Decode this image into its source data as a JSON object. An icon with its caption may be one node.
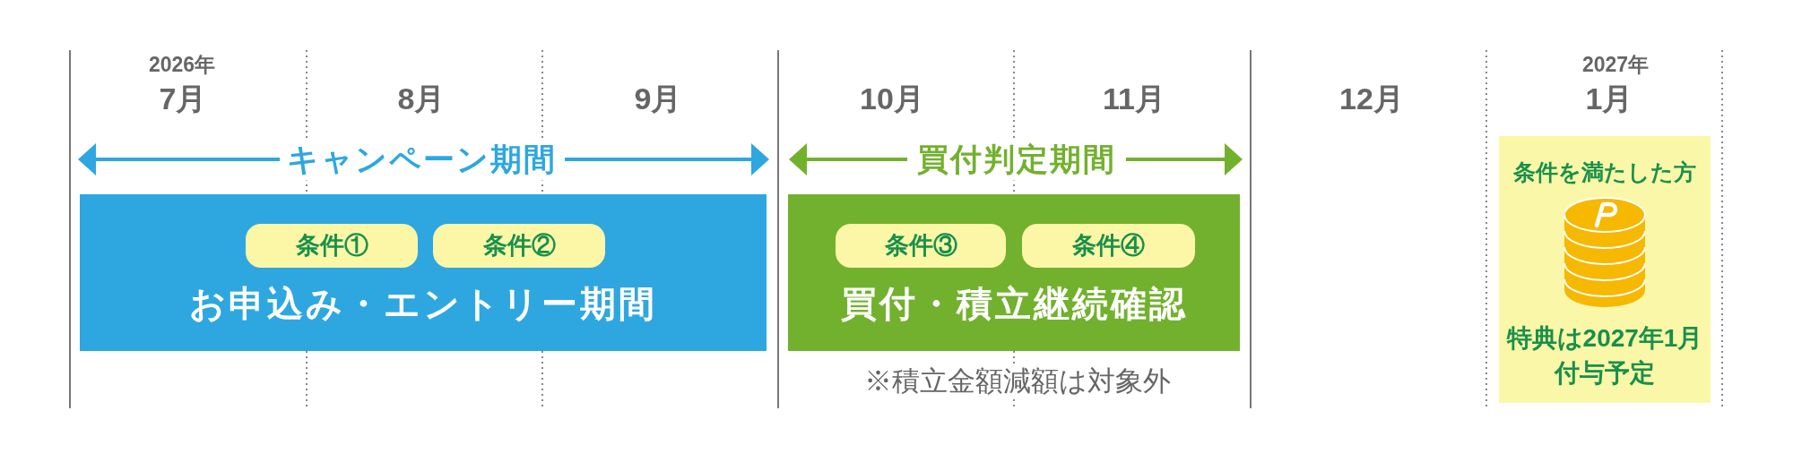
{
  "diagram": {
    "nodes": [
      {
        "text": [
          "お申込み・エントリー期間"
        ]
      },
      {
        "text": [
          "条件①"
        ],
        "in": 0
      },
      {
        "text": [
          "条件②"
        ],
        "in": 0
      },
      {
        "text": [
          "買付・積立継続確認"
        ],
        "beside": [
          "※積立金額減額は対象外"
        ]
      },
      {
        "text": [
          "条件③"
        ],
        "in": 3
      },
      {
        "text": [
          "条件④"
        ],
        "in": 3
      },
      {
        "text": [
          "条件を満たした方",
          "特典は2027年1月付与予定"
        ]
      }
    ],
    "labels": [
      "2026年",
      "2027年",
      "7月",
      "8月",
      "9月",
      "10月",
      "11月",
      "12月",
      "1月",
      "キャンペーン期間",
      "買付判定期間"
    ]
  }
}
